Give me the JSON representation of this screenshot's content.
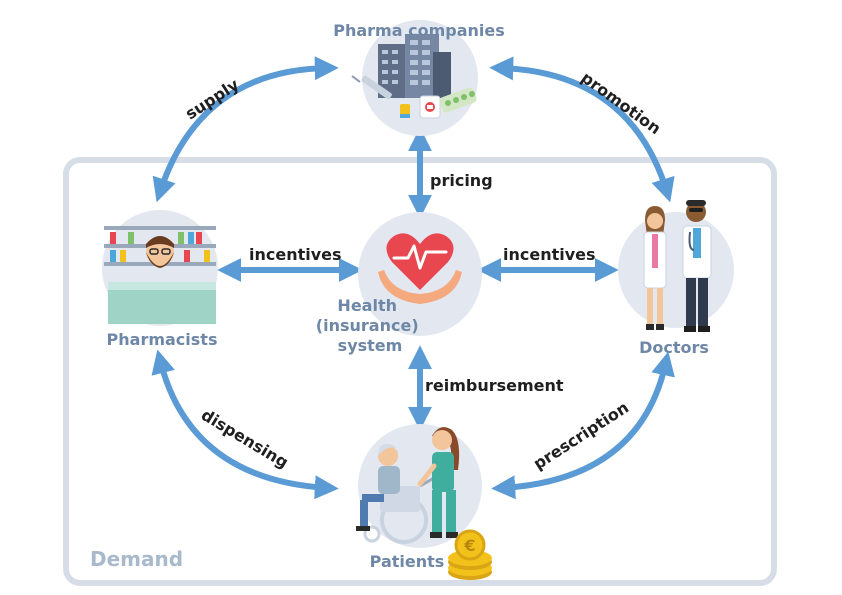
{
  "diagram": {
    "nodes": {
      "pharma": {
        "label": "Pharma companies"
      },
      "pharmacists": {
        "label": "Pharmacists"
      },
      "health": {
        "label_lines": [
          "Health",
          "(insurance)",
          "system"
        ]
      },
      "doctors": {
        "label": "Doctors"
      },
      "patients": {
        "label": "Patients"
      }
    },
    "edges": {
      "supply": "supply",
      "promotion": "promotion",
      "pricing": "pricing",
      "incentives_left": "incentives",
      "incentives_right": "incentives",
      "reimbursement": "reimbursement",
      "dispensing": "dispensing",
      "prescription": "prescription"
    },
    "region": {
      "label": "Demand"
    },
    "colors": {
      "arrow": "#5b9bd5",
      "circle": "#e3e8f0",
      "region_border": "#d6dde6",
      "node_label": "#6f87a6",
      "heart": "#e8474f",
      "hands": "#f5a97f",
      "coin": "#f2c21b"
    }
  }
}
